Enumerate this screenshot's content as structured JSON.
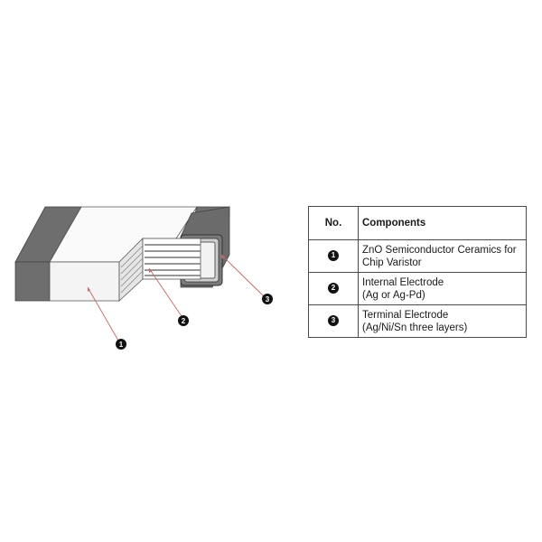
{
  "colors": {
    "terminal": "#6e6e6e",
    "terminal_dark": "#555555",
    "ceramic_front": "#f4f4f4",
    "ceramic_top": "#fafafa",
    "ceramic_side": "#e2e2e2",
    "leader": "#c06a6a",
    "marker": "#111111",
    "border": "#4a4a4a"
  },
  "callouts": [
    {
      "id": "1",
      "label": "1"
    },
    {
      "id": "2",
      "label": "2"
    },
    {
      "id": "3",
      "label": "3"
    }
  ],
  "table": {
    "header_no": "No.",
    "header_components": "Components",
    "rows": [
      {
        "no": "1",
        "line1": "ZnO Semiconductor Ceramics for",
        "line2": "Chip Varistor"
      },
      {
        "no": "2",
        "line1": "Internal Electrode",
        "line2": "(Ag or Ag-Pd)"
      },
      {
        "no": "3",
        "line1": "Terminal Electrode",
        "line2": "(Ag/Ni/Sn three layers)"
      }
    ]
  }
}
